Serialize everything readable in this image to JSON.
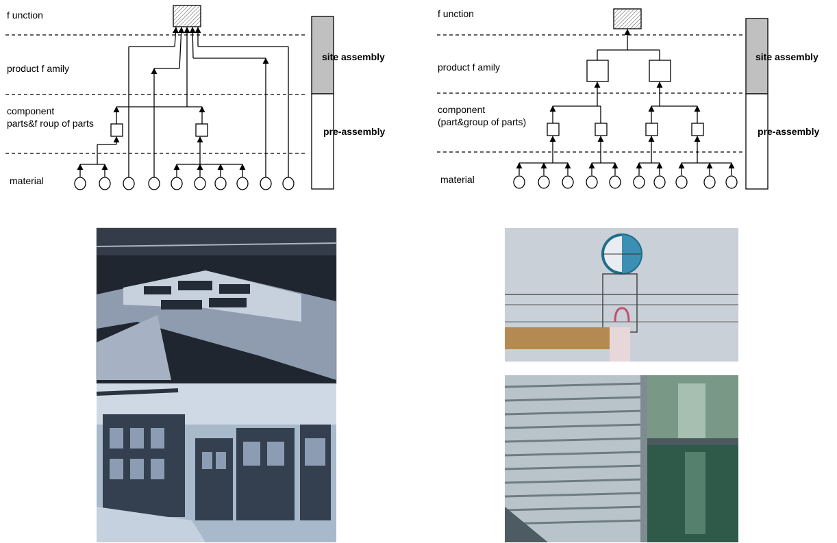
{
  "left_diagram": {
    "levels": {
      "function": "f unction",
      "product_family": "product f amily",
      "component_line1": "component",
      "component_line2": "parts&f roup of parts",
      "material": "material"
    },
    "bar": {
      "top": "site assembly",
      "bottom": "pre-assembly"
    }
  },
  "right_diagram": {
    "levels": {
      "function": "f unction",
      "product_family": "product f amily",
      "component_line1": "component",
      "component_line2": "(part&group of parts)",
      "material": "material"
    },
    "bar": {
      "top": "site assembly",
      "bottom": "pre-assembly"
    }
  },
  "colors": {
    "bar_top_fill": "#c0c0c0",
    "hatch": "#000000"
  },
  "photos": [
    "precast-concrete-panel-photo",
    "stacked-prefab-panels-photo",
    "facade-connection-drawing-photo",
    "louvre-glass-facade-photo"
  ]
}
